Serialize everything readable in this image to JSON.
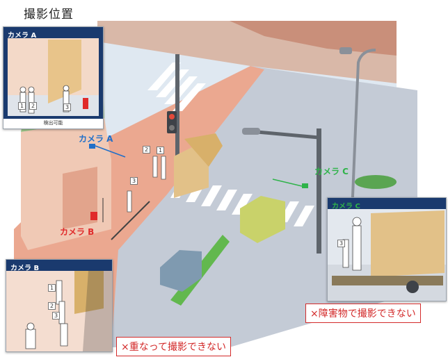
{
  "title": "撮影位置",
  "cameras": {
    "a_label": "カメラ A",
    "b_label": "カメラ B",
    "c_label": "カメラ C"
  },
  "panels": {
    "a_title": "カメラ A",
    "a_caption": "検出可能",
    "b_title": "カメラ B",
    "c_title": "カメラ C"
  },
  "person_numbers": [
    "1",
    "2",
    "3"
  ],
  "notes": {
    "overlap": "×重なって撮影できない",
    "obstacle": "×障害物で撮影できない"
  },
  "colors": {
    "camera_a": "#1f6fc9",
    "camera_b": "#e02a2a",
    "camera_c": "#2fb34a",
    "note_red": "#d32a2a"
  }
}
